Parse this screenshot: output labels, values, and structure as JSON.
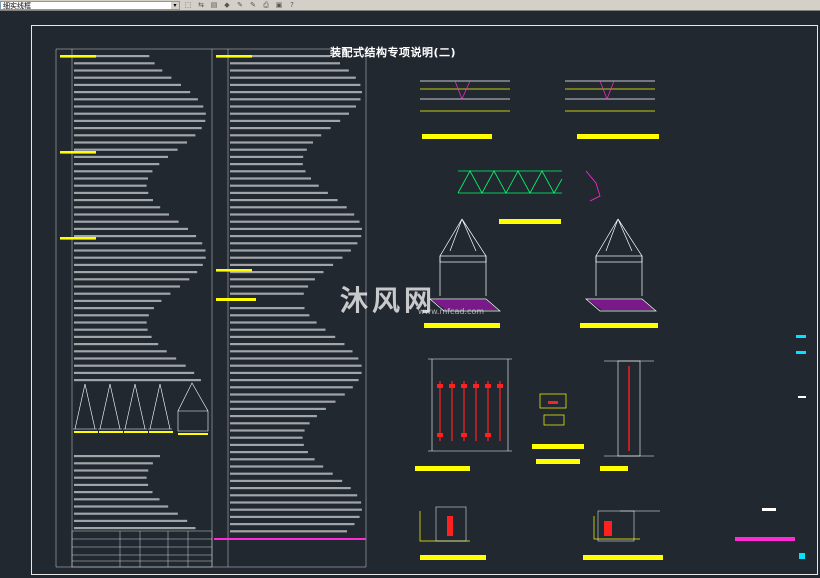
{
  "toolbar": {
    "layer_name": "细实线框",
    "icons": [
      "match-icon",
      "layer-prev-icon",
      "layer-icon",
      "color-icon",
      "linetype-icon",
      "lineweight-icon",
      "plot-icon",
      "properties-icon",
      "help-icon"
    ]
  },
  "drawing": {
    "title": "装配式结构专项说明(二)",
    "watermark": "沐风网",
    "watermark_url": "www.mfcad.com",
    "colors": {
      "background": "#212830",
      "frame": "#e8e8e8",
      "text": "#ffffff",
      "accent_yellow": "#ffff00",
      "accent_magenta": "#ff2bd6",
      "accent_cyan": "#00e5ff",
      "accent_green": "#00ff66",
      "accent_red": "#ff2020"
    }
  }
}
